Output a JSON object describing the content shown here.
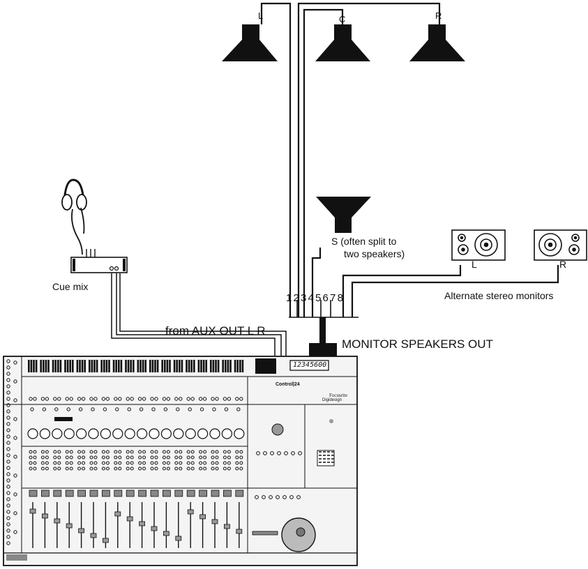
{
  "speakers": {
    "left": "L",
    "center": "C",
    "right": "R"
  },
  "subwoofer": {
    "label_line1": "S (often split to",
    "label_line2": "two speakers)"
  },
  "monitors": {
    "left": "L",
    "right": "R",
    "caption": "Alternate stereo monitors"
  },
  "cue": {
    "caption": "Cue mix"
  },
  "aux": {
    "caption": "from AUX OUT L R"
  },
  "outputs": {
    "numbers": "1 2 3 4 5 6 7 8",
    "caption": "MONITOR SPEAKERS OUT"
  },
  "console": {
    "display": "12345600",
    "model": "Control|24",
    "brand": "Focusrite",
    "maker": "Digidesign"
  },
  "colors": {
    "line": "#111111",
    "console_face": "#f4f4f4"
  }
}
